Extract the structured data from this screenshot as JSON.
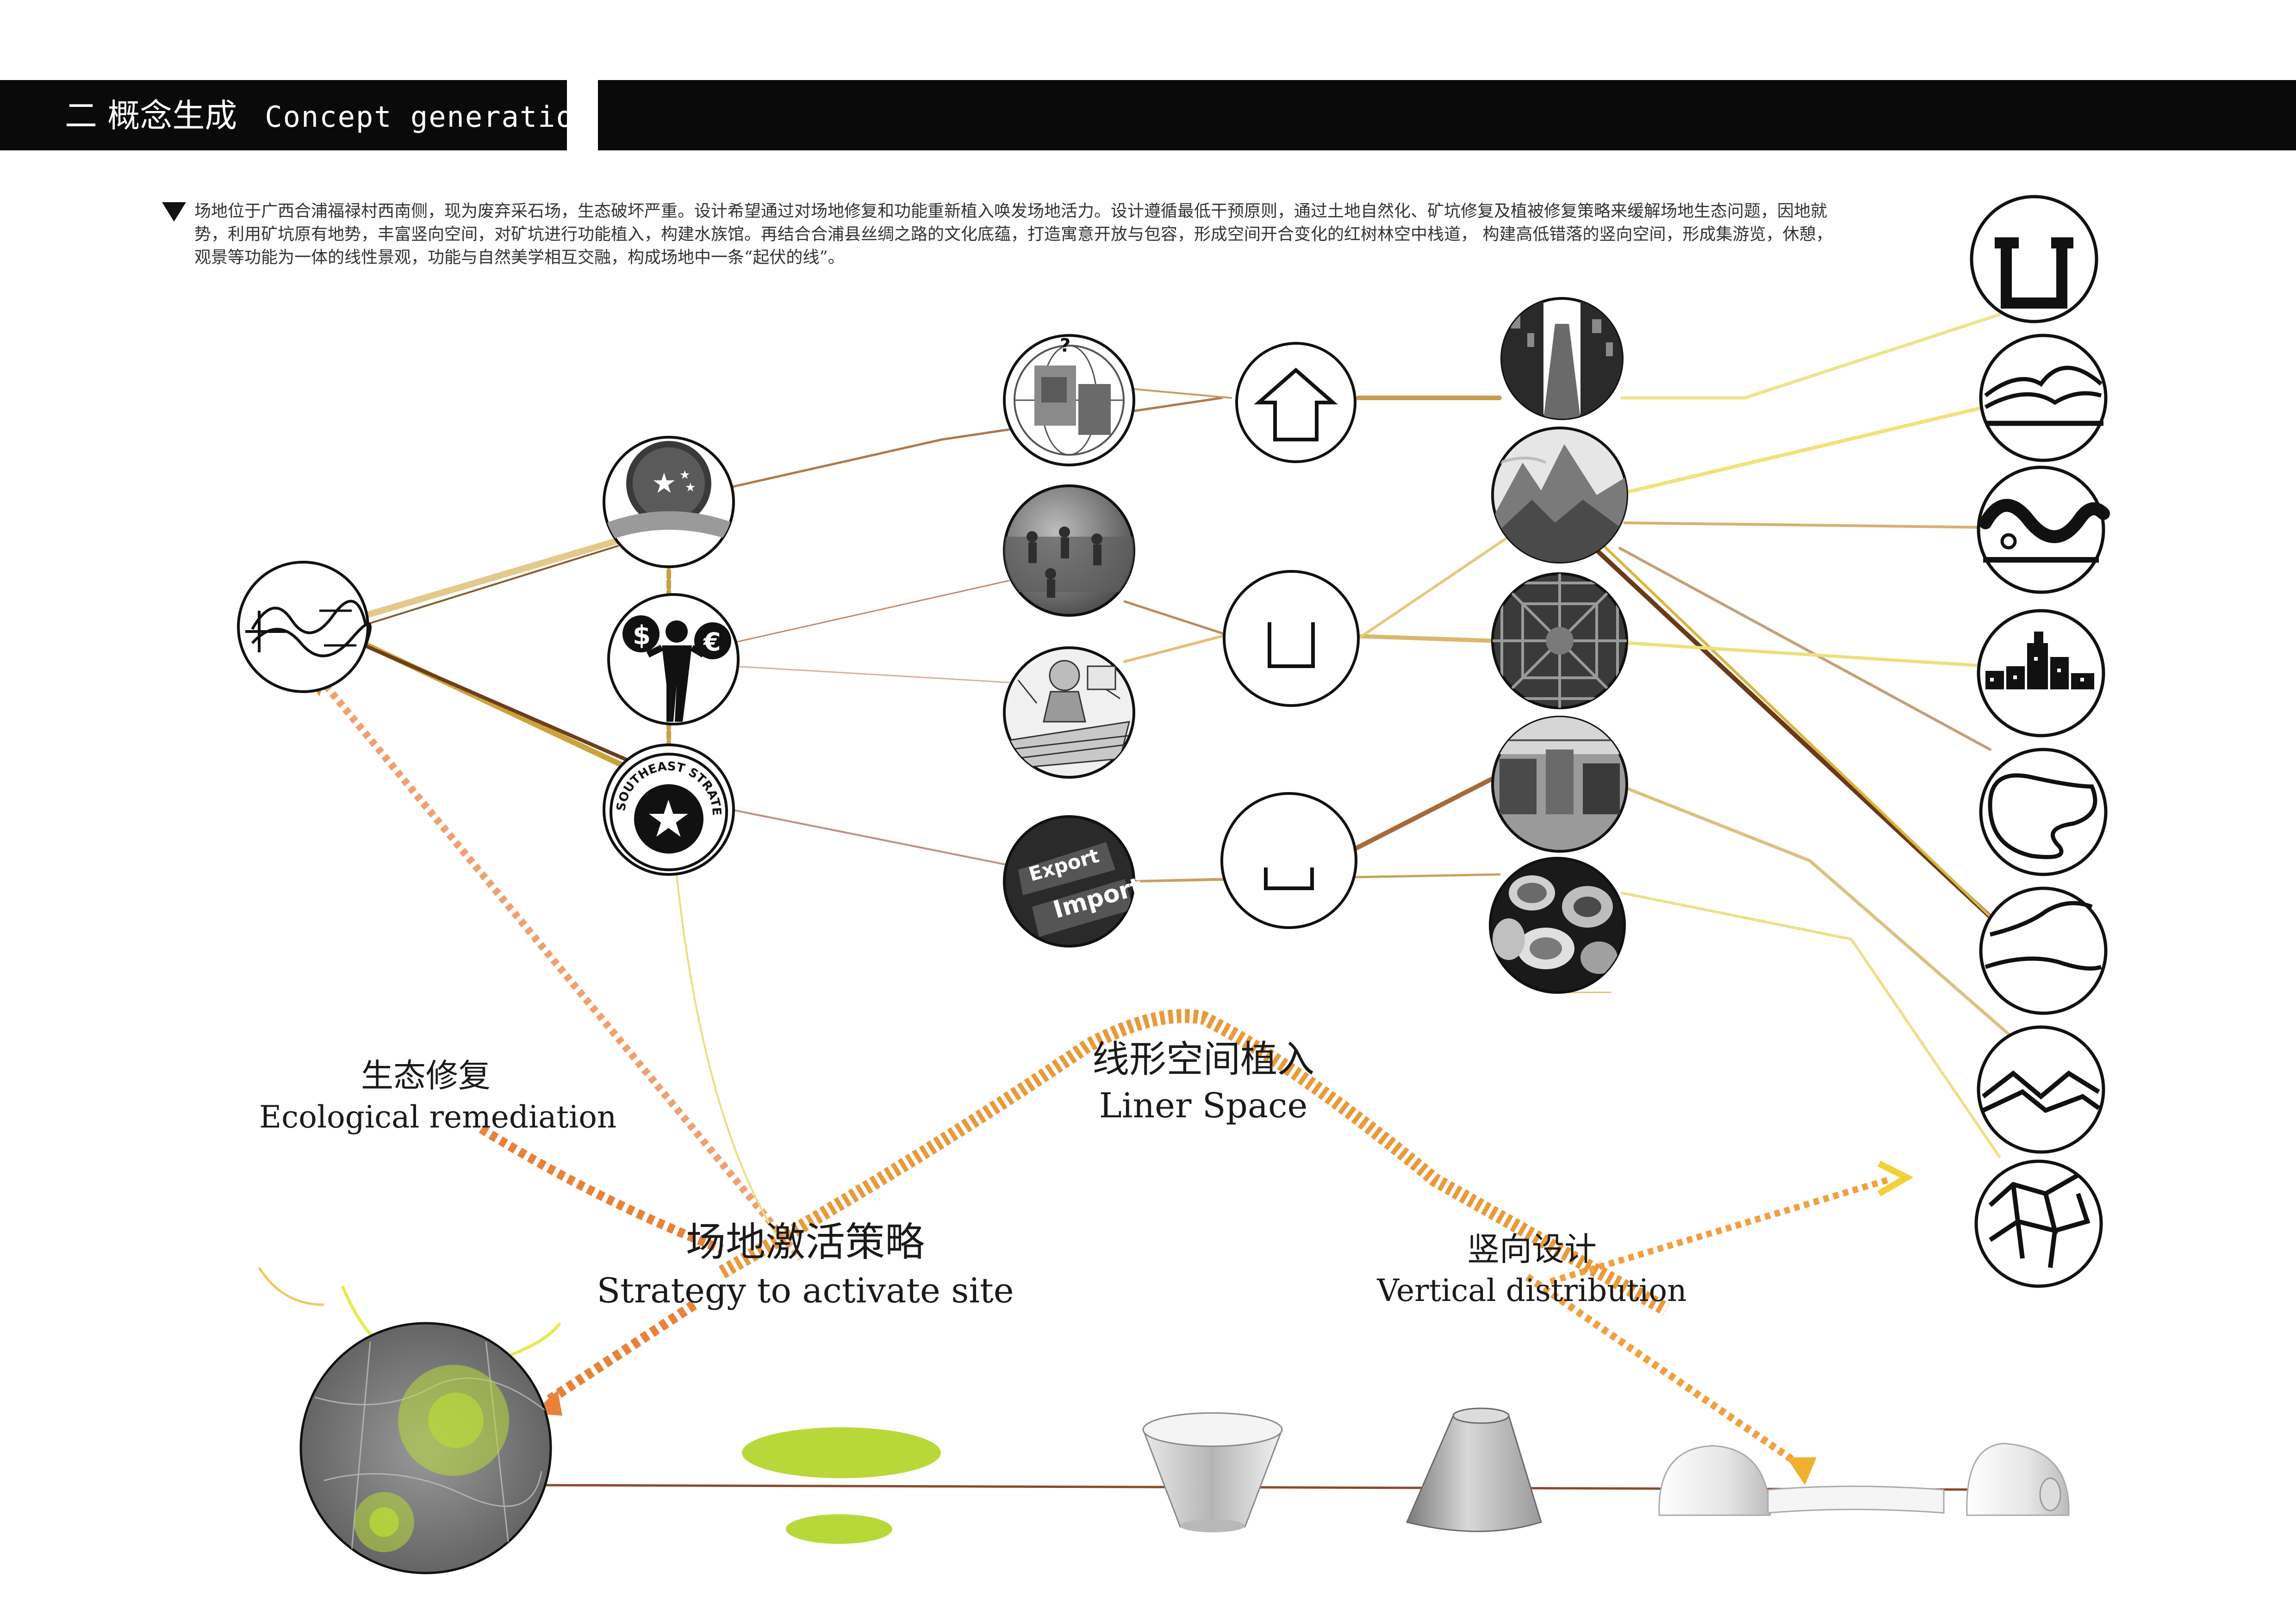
{
  "header": {
    "title_zh": "二 概念生成",
    "title_en": "Concept generation"
  },
  "intro": "场地位于广西合浦福禄村西南侧，现为废弃采石场，生态破坏严重。设计希望通过对场地修复和功能重新植入唤发场地活力。设计遵循最低干预原则，通过土地自然化、矿坑修复及植被修复策略来缓解场地生态问题，因地就势，利用矿坑原有地势，丰富竖向空间，对矿坑进行功能植入，构建水族馆。再结合合浦县丝绸之路的文化底蕴，打造寓意开放与包容，形成空间开合变化的红树林空中栈道， 构建高低错落的竖向空间，形成集游览，休憩，观景等功能为一体的线性景观，功能与自然美学相互交融，构成场地中一条“起伏的线”。",
  "labels": {
    "ecological": {
      "zh": "生态修复",
      "en": "Ecological remediation"
    },
    "linear": {
      "zh": "线形空间植入",
      "en": "Liner Space"
    },
    "strategy": {
      "zh": "场地激活策略",
      "en": "Strategy to activate site"
    },
    "vertical": {
      "zh": "竖向设计",
      "en": "Vertical distribution"
    }
  },
  "badge_texts": {
    "southeast": "SOUTHEAST STRATEGIES",
    "export": "Export",
    "import": "Import",
    "dollar": "$",
    "euro": "€"
  },
  "colors": {
    "header_bg": "#0a0a0a",
    "accent_orange": "#e8823a",
    "accent_gold": "#d9a640",
    "accent_lime": "#b8d83a",
    "line_brown": "#8a5a2e"
  }
}
